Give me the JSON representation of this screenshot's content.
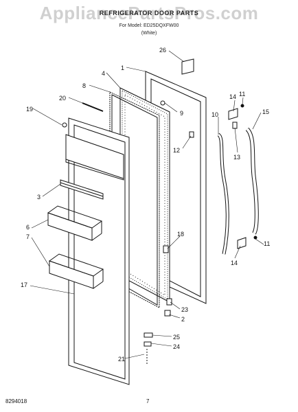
{
  "watermark": "AppliancePartsPros.com",
  "header": {
    "title": "REFRIGERATOR DOOR PARTS",
    "model_line": "For Model: ED25DQXFW00",
    "color_line": "(White)"
  },
  "callouts": [
    {
      "id": "c26",
      "label": "26"
    },
    {
      "id": "c1",
      "label": "1"
    },
    {
      "id": "c4",
      "label": "4"
    },
    {
      "id": "c8",
      "label": "8"
    },
    {
      "id": "c20",
      "label": "20"
    },
    {
      "id": "c19",
      "label": "19"
    },
    {
      "id": "c9",
      "label": "9"
    },
    {
      "id": "c14a",
      "label": "14"
    },
    {
      "id": "c11a",
      "label": "11"
    },
    {
      "id": "c10",
      "label": "10"
    },
    {
      "id": "c15",
      "label": "15"
    },
    {
      "id": "c12",
      "label": "12"
    },
    {
      "id": "c13",
      "label": "13"
    },
    {
      "id": "c3",
      "label": "3"
    },
    {
      "id": "c6",
      "label": "6"
    },
    {
      "id": "c7",
      "label": "7"
    },
    {
      "id": "c18",
      "label": "18"
    },
    {
      "id": "c11b",
      "label": "11"
    },
    {
      "id": "c14b",
      "label": "14"
    },
    {
      "id": "c17",
      "label": "17"
    },
    {
      "id": "c23",
      "label": "23"
    },
    {
      "id": "c2",
      "label": "2"
    },
    {
      "id": "c25",
      "label": "25"
    },
    {
      "id": "c24",
      "label": "24"
    },
    {
      "id": "c21",
      "label": "21"
    }
  ],
  "footer": {
    "doc_number": "8294018",
    "page": "7"
  }
}
